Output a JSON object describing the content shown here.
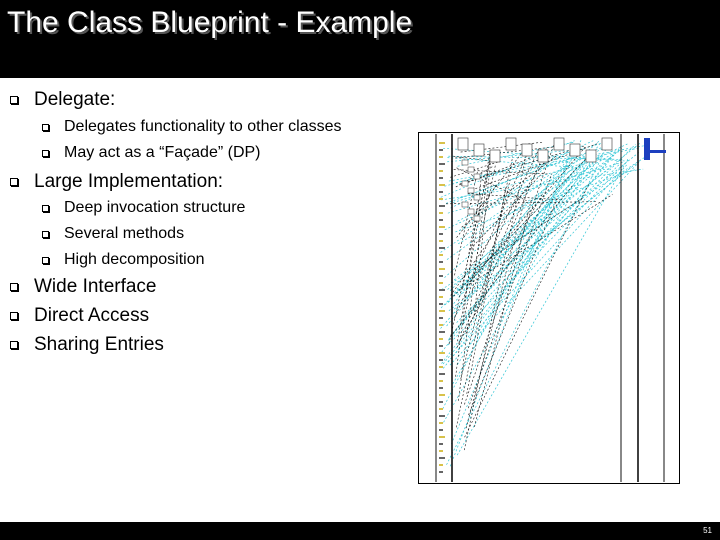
{
  "slide": {
    "title": "The Class Blueprint - Example",
    "page_number": "51"
  },
  "bullets": [
    {
      "level": 1,
      "text": "Delegate:"
    },
    {
      "level": 2,
      "text": "Delegates functionality to other classes"
    },
    {
      "level": 2,
      "text": "May act as a “Façade” (DP)"
    },
    {
      "level": 1,
      "text": "Large Implementation:"
    },
    {
      "level": 2,
      "text": "Deep invocation structure"
    },
    {
      "level": 2,
      "text": "Several methods"
    },
    {
      "level": 2,
      "text": "High decomposition"
    },
    {
      "level": 1,
      "text": "Wide Interface"
    },
    {
      "level": 1,
      "text": "Direct Access"
    },
    {
      "level": 1,
      "text": "Sharing Entries"
    }
  ],
  "colors": {
    "background": "#ffffff",
    "bars": "#000000",
    "title_text": "#ffffff",
    "diagram_cyan": "#33c6d6",
    "diagram_black": "#111111",
    "diagram_yellow": "#d8c24a",
    "diagram_blue": "#1c3fbf"
  }
}
